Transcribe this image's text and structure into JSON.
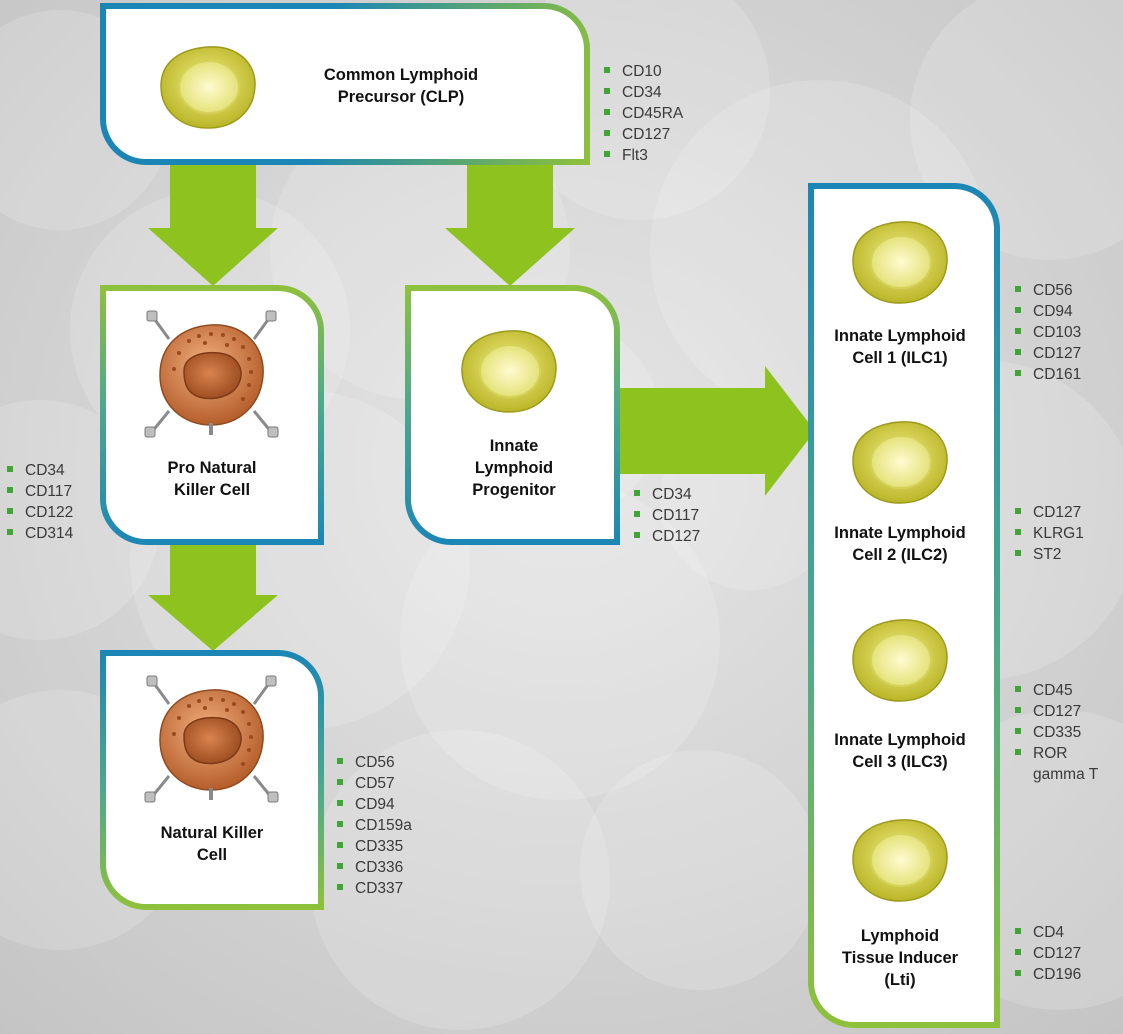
{
  "colors": {
    "arrow": "#8dc21f",
    "border_blue": "#1b86b5",
    "border_green": "#8fc13a",
    "marker": "#3fa535"
  },
  "clp": {
    "title": "Common Lymphoid Precursor (CLP)",
    "markers": [
      "CD10",
      "CD34",
      "CD45RA",
      "CD127",
      "Flt3"
    ]
  },
  "pronk": {
    "title": "Pro Natural Killer Cell",
    "markers": [
      "CD34",
      "CD117",
      "CD122",
      "CD314"
    ]
  },
  "ilp": {
    "title": "Innate Lymphoid Progenitor",
    "markers": [
      "CD34",
      "CD117",
      "CD127"
    ]
  },
  "nk": {
    "title": "Natural Killer Cell",
    "markers": [
      "CD56",
      "CD57",
      "CD94",
      "CD159a",
      "CD335",
      "CD336",
      "CD337"
    ]
  },
  "ilc1": {
    "title": "Innate Lymphoid Cell 1 (ILC1)",
    "markers": [
      "CD56",
      "CD94",
      "CD103",
      "CD127",
      "CD161"
    ]
  },
  "ilc2": {
    "title": "Innate Lymphoid Cell 2 (ILC2)",
    "markers": [
      "CD127",
      "KLRG1",
      "ST2"
    ]
  },
  "ilc3": {
    "title": "Innate Lymphoid Cell 3 (ILC3)",
    "markers": [
      "CD45",
      "CD127",
      "CD335",
      "ROR gamma T"
    ]
  },
  "lti": {
    "title": "Lymphoid Tissue Inducer (Lti)",
    "markers": [
      "CD4",
      "CD127",
      "CD196"
    ]
  }
}
